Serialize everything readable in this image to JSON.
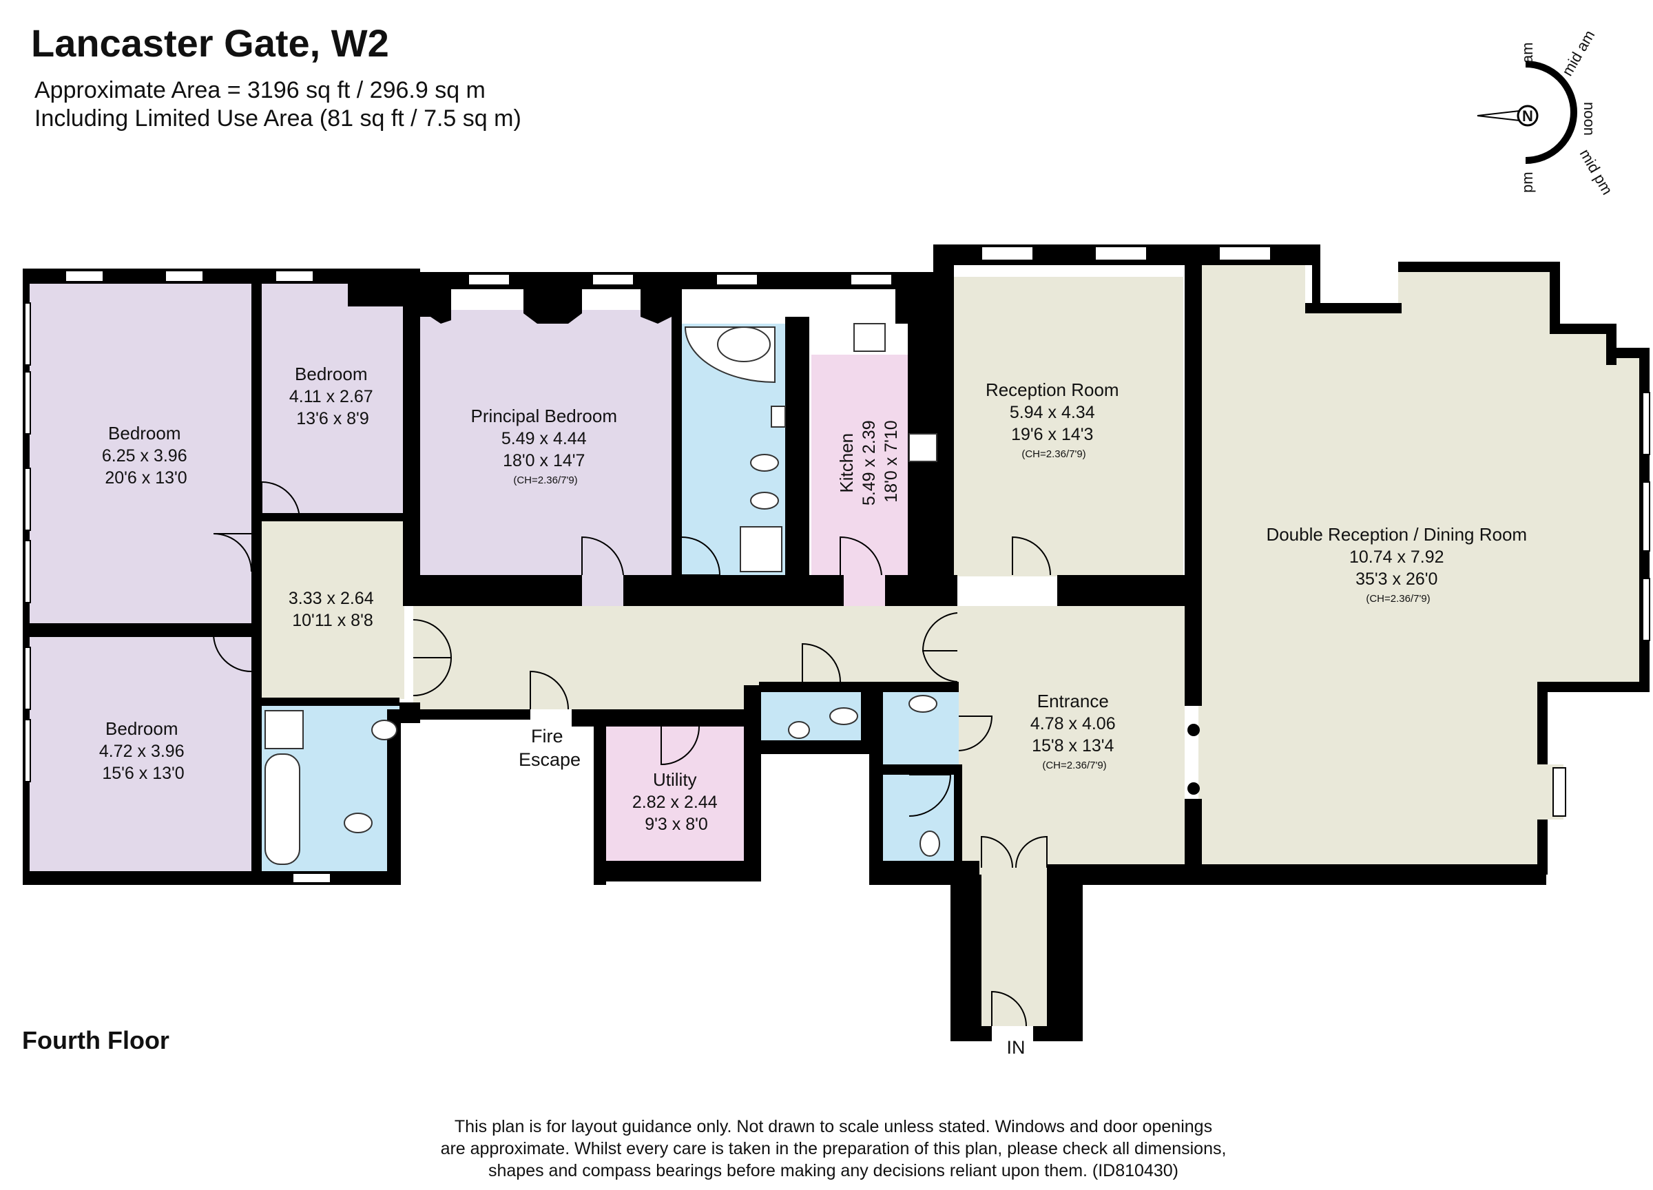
{
  "header": {
    "title": "Lancaster Gate, W2",
    "area_line1": "Approximate Area = 3196 sq ft / 296.9 sq m",
    "area_line2": "Including Limited Use Area (81 sq ft / 7.5 sq m)"
  },
  "compass": {
    "north": "N",
    "labels": [
      "am",
      "mid am",
      "noon",
      "mid pm",
      "pm"
    ]
  },
  "rooms": {
    "bedroom1": {
      "name": "Bedroom",
      "metric": "6.25 x 3.96",
      "imperial": "20'6 x 13'0"
    },
    "bedroom2": {
      "name": "Bedroom",
      "metric": "4.11 x 2.67",
      "imperial": "13'6 x 8'9"
    },
    "principal": {
      "name": "Principal Bedroom",
      "metric": "5.49 x 4.44",
      "imperial": "18'0 x 14'7",
      "ceiling": "(CH=2.36/7'9)"
    },
    "kitchen": {
      "name": "Kitchen",
      "metric": "5.49 x 2.39",
      "imperial": "18'0 x 7'10"
    },
    "reception": {
      "name": "Reception Room",
      "metric": "5.94 x 4.34",
      "imperial": "19'6 x 14'3",
      "ceiling": "(CH=2.36/7'9)"
    },
    "double_reception": {
      "name": "Double Reception / Dining Room",
      "metric": "10.74 x 7.92",
      "imperial": "35'3 x 26'0",
      "ceiling": "(CH=2.36/7'9)"
    },
    "lobby": {
      "metric": "3.33 x 2.64",
      "imperial": "10'11 x 8'8"
    },
    "bedroom3": {
      "name": "Bedroom",
      "metric": "4.72 x 3.96",
      "imperial": "15'6 x 13'0"
    },
    "utility": {
      "name": "Utility",
      "metric": "2.82 x 2.44",
      "imperial": "9'3 x 8'0"
    },
    "entrance": {
      "name": "Entrance",
      "metric": "4.78 x 4.06",
      "imperial": "15'8 x 13'4",
      "ceiling": "(CH=2.36/7'9)"
    }
  },
  "labels": {
    "fire_line1": "Fire",
    "fire_line2": "Escape",
    "in": "IN"
  },
  "footer": {
    "floor": "Fourth Floor",
    "disclaimer_line1": "This plan is for layout guidance only. Not drawn to scale unless stated. Windows and door openings",
    "disclaimer_line2": "are approximate. Whilst every care is taken in the preparation of this plan, please check all dimensions,",
    "disclaimer_line3": "shapes and compass bearings before making any decisions reliant upon them. (ID810430)"
  },
  "colors": {
    "bedroom": "#e2d9ea",
    "bathroom": "#c6e6f5",
    "kitchen": "#f2d9ec",
    "living": "#e9e8d9",
    "wall": "#000000"
  }
}
